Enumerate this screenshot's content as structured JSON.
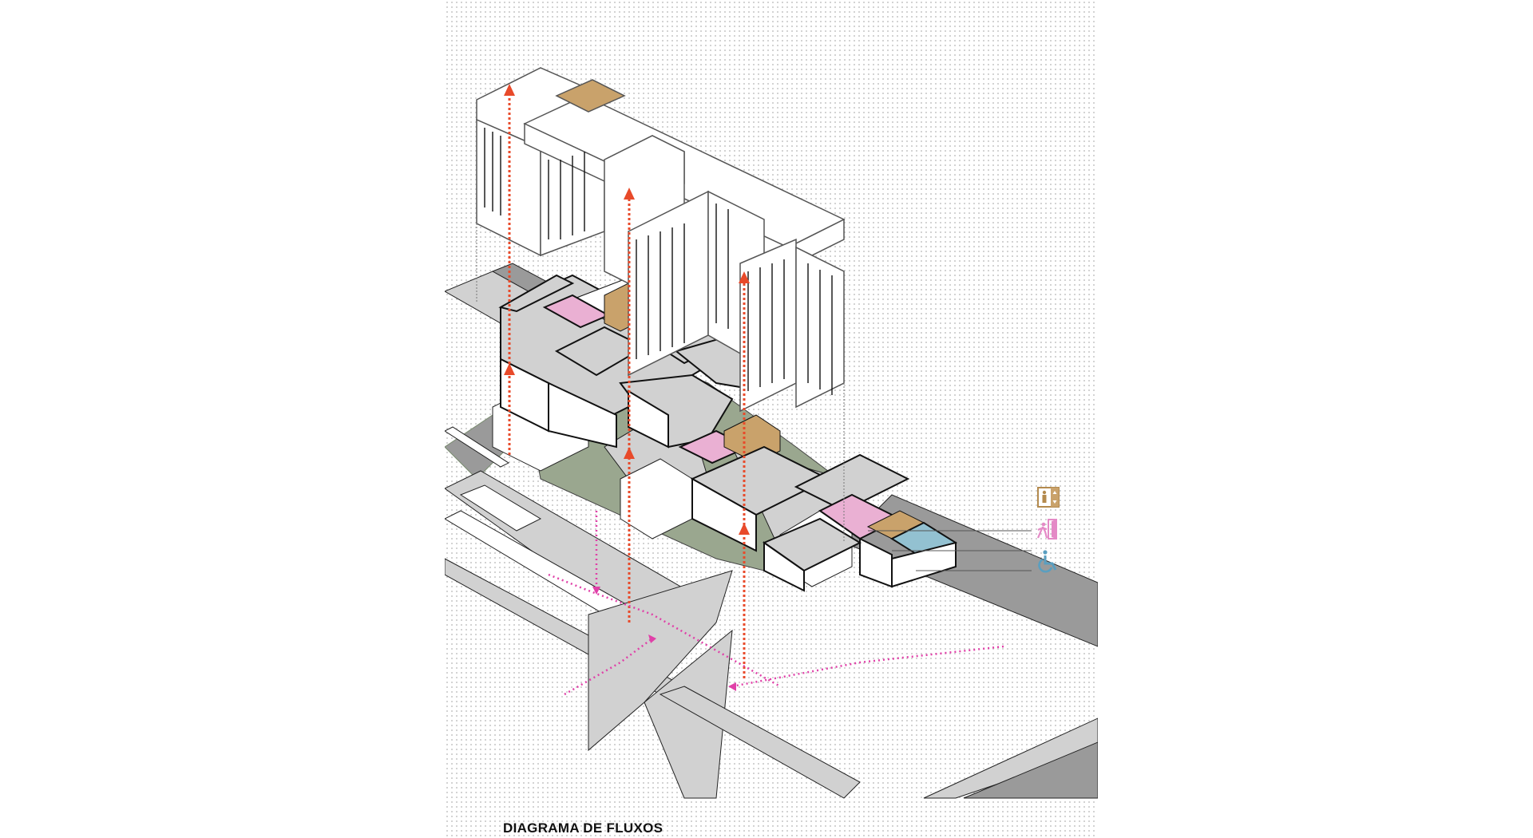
{
  "caption": "DIAGRAMA DE FLUXOS",
  "legend": {
    "items": [
      {
        "icon": "elevator-icon",
        "color": "#b48a4e",
        "meaning": "vertical circulation (elevators)"
      },
      {
        "icon": "emergency-exit-icon",
        "color": "#e48ac6",
        "meaning": "exit / horizontal circulation"
      },
      {
        "icon": "wheelchair-icon",
        "color": "#5a9fc0",
        "meaning": "accessible area"
      }
    ]
  },
  "colors": {
    "elevator": "#c9a26b",
    "circulation_pink": "#eab0d3",
    "accessible_blue": "#93c1d1",
    "courtyard_green": "#9aa78f",
    "floor_gray": "#d1d1d1",
    "road_dark": "#9a9a9a",
    "vertical_flow": "#e84a2a",
    "pedestrian_flow": "#e040a8"
  },
  "layers": [
    "upper residential floors",
    "first floor plan",
    "ground level / courtyard"
  ]
}
